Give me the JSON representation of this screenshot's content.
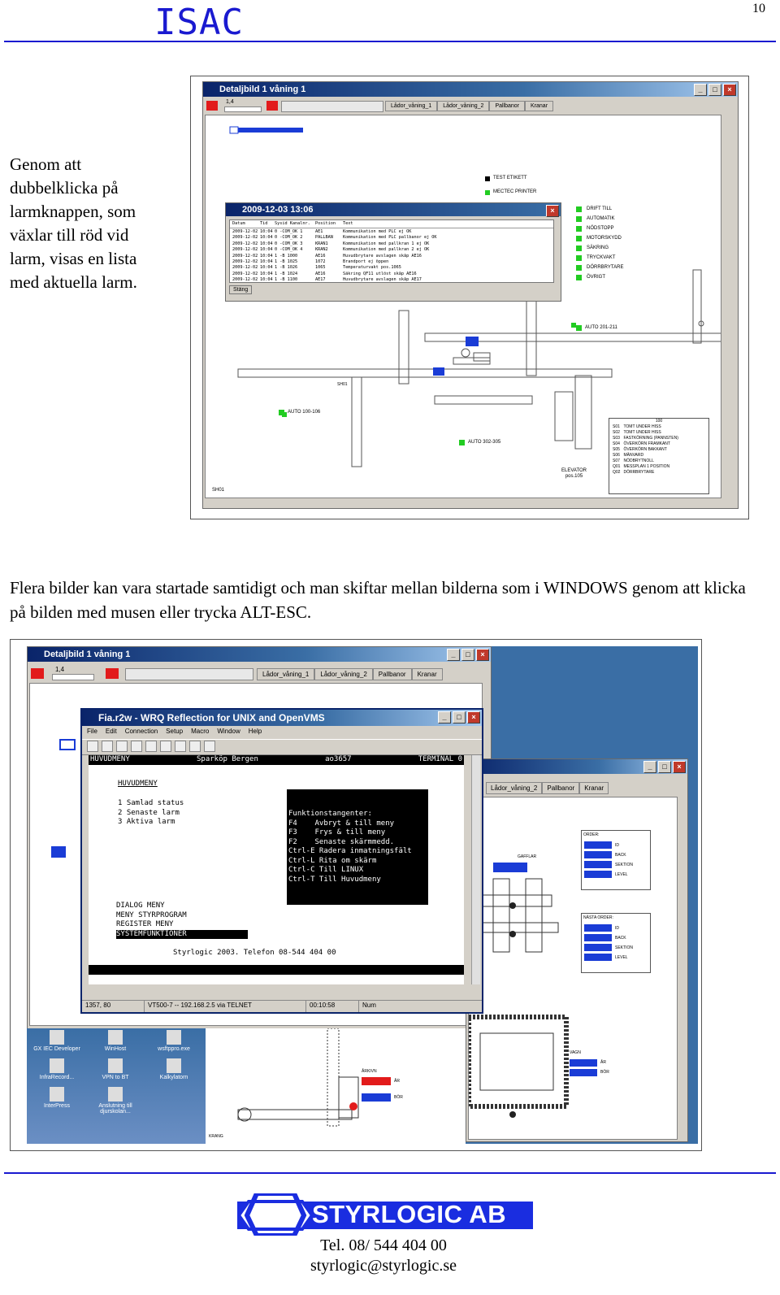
{
  "header": {
    "title": "ISAC",
    "page_number": "10"
  },
  "intro_text": {
    "lines": [
      "Genom att",
      "dubbelklicka på",
      "larmknappen, som",
      "växlar till röd vid",
      "larm, visas en lista",
      "med aktuella larm."
    ]
  },
  "screenshot1": {
    "window_title": "Detaljbild 1 våning 1",
    "zoom": "1,4",
    "tabs": [
      "Lådor_våning_1",
      "Lådor_våning_2",
      "Pallbanor",
      "Kranar"
    ],
    "legend": {
      "items": [
        {
          "label": "TEST ETIKETT",
          "color": "#000000"
        },
        {
          "label": "MECTEC PRINTER",
          "color": "#22cc22"
        }
      ],
      "status_items": [
        "DRIFT TILL",
        "AUTOMATIK",
        "NÖDSTOPP",
        "MOTORSKYDD",
        "SÄKRING",
        "TRYCKVAKT",
        "DÖRRBRYTARE",
        "ÖVRIGT"
      ]
    },
    "alarm_dialog": {
      "title": "2009-12-03 13:06",
      "columns": [
        "Datum",
        "Tid",
        "Sysid Kanalnr.",
        "Position",
        "Text"
      ],
      "rows": [
        [
          "2009-12-02",
          "10:04",
          "0 -COM_OK 1",
          "AE1",
          "Kommunikation med PLC ej OK"
        ],
        [
          "2009-12-02",
          "10:04",
          "0 -COM_OK 2",
          "PALLBAN",
          "Kommunikation med PLC pallbanor ej OK"
        ],
        [
          "2009-12-02",
          "10:04",
          "0 -COM_OK 3",
          "KRAN1",
          "Kommunikation med pallkran 1 ej OK"
        ],
        [
          "2009-12-02",
          "10:04",
          "0 -COM_OK 4",
          "KRAN2",
          "Kommunikation med pallkran 2 ej OK"
        ],
        [
          "2009-12-02",
          "10:04",
          "1 -B 1000",
          "AE16",
          "Huvudbrytare avslagen skåp AE16"
        ],
        [
          "2009-12-02",
          "10:04",
          "1 -B 1025",
          "1072",
          "Brandport ej öppen"
        ],
        [
          "2009-12-02",
          "10:04",
          "1 -B 1026",
          "1065",
          "Temperaturvakt pos.1065"
        ],
        [
          "2009-12-02",
          "10:04",
          "1 -B 1024",
          "AE16",
          "Säkring QF11 utlöst skåp AE16"
        ],
        [
          "2009-12-02",
          "10:04",
          "1 -B 1100",
          "AE17",
          "Huvudbrytare avslagen skåp AE17"
        ]
      ],
      "close_label": "Stäng"
    },
    "labels": {
      "auto1": "AUTO 201-211",
      "auto2": "AUTO 100-106",
      "auto3": "AUTO 302-305",
      "elevator": "ELEVATOR",
      "elevator_pos": "pos.105",
      "corner": "SH01"
    },
    "side_list": {
      "header": "100",
      "codes": [
        "S01",
        "S02",
        "S03",
        "S04",
        "S05",
        "S06",
        "S07",
        "Q01",
        "Q02"
      ],
      "texts": [
        "TOMT UNDER HISS",
        "TOMT UNDER HISS",
        "FASTKÖRNING (PANNSTEN)",
        "ÖVERKÖRN FRAMKANT",
        "ÖVERKÖRN BAKKANT",
        "MÄNVARD",
        "NÖDBRYTNOLL",
        "MESSPLAN 1 POSITION",
        "DÖRRBRYTARE"
      ]
    }
  },
  "middle_text": "Flera bilder kan vara startade samtidigt och man skiftar mellan bilderna som i WINDOWS genom att klicka på bilden med musen eller trycka ALT-ESC.",
  "screenshot2": {
    "back_window_title": "Detaljbild 1 våning 1",
    "zoom": "1,4",
    "tabs": [
      "Lådor_våning_1",
      "Lådor_våning_2",
      "Pallbanor",
      "Kranar"
    ],
    "mid_tabs": [
      "Lådor_våning_2",
      "Pallbanor",
      "Kranar"
    ],
    "order_panel": {
      "order_title": "ORDER:",
      "order_items": [
        "ID",
        "BACK",
        "SEKTION",
        "LEVEL"
      ],
      "next_title": "NÄSTA ORDER:",
      "next_items": [
        "ID",
        "BACK",
        "SEKTION",
        "LEVEL"
      ],
      "wagon_label": "VAGN",
      "wagon_items": [
        "ÅR",
        "BÖR"
      ],
      "gaffel_label": "GAFFLAR"
    },
    "terminal": {
      "title": "Fia.r2w - WRQ Reflection for UNIX and OpenVMS",
      "menu": [
        "File",
        "Edit",
        "Connection",
        "Setup",
        "Macro",
        "Window",
        "Help"
      ],
      "header_line": [
        "HUVUDMENY",
        "Sparköp Bergen",
        "ao3657",
        "TERMINAL 0"
      ],
      "menu_title": "HUVUDMENY",
      "menu_items": [
        "1 Samlad status",
        "2 Senaste larm",
        "3 Aktiva larm"
      ],
      "fkeys": [
        "Funktionstangenter:",
        "F4    Avbryt & till meny",
        "F3    Frys & till meny",
        "F2    Senaste skärmmedd.",
        "Ctrl-E Radera inmatningsfält",
        "Ctrl-L Rita om skärm",
        "Ctrl-C Till LINUX",
        "Ctrl-T Till Huvudmeny"
      ],
      "submenus": [
        "DIALOG MENY",
        "MENY STYRPROGRAM",
        "REGISTER MENY",
        "SYSTEMFUNKTIONER"
      ],
      "footer_line": "Styrlogic 2003. Telefon 08-544 404 00",
      "status": [
        "1357, 80",
        "VT500-7 -- 192.168.2.5 via TELNET",
        "00:10:58",
        "Num"
      ]
    },
    "desktop_icons": [
      "GX IEC Developer",
      "WinHost",
      "wsftppro.exe",
      "InfraRecord...",
      "VPN to BT",
      "Kalkylatorn",
      "InterPress",
      "Anslutning till djurskolan..."
    ],
    "bottom_labels": {
      "arkiv": "ÅRKIVN",
      "ar": "ÅR",
      "bor": "BÖR",
      "krang": "KRANG"
    }
  },
  "footer": {
    "company": "STYRLOGIC AB",
    "phone": "Tel. 08/ 544 404 00",
    "email": "styrlogic@styrlogic.se"
  },
  "colors": {
    "accent_blue": "#1a1ad0",
    "logo_blue": "#1a2de0",
    "alarm_red": "#e21b1b",
    "ok_green": "#22cc22"
  }
}
